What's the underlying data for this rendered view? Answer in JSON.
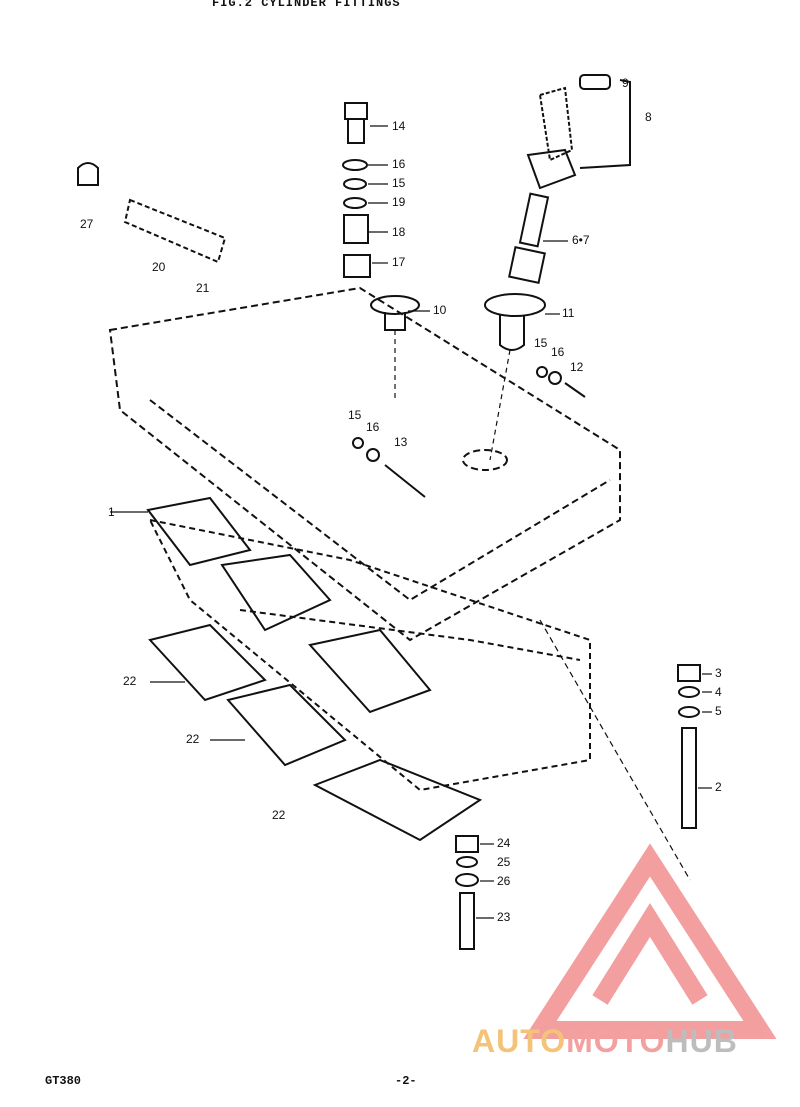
{
  "header": {
    "title": "FIG.2 CYLINDER FITTINGS"
  },
  "diagram": {
    "part_labels": [
      {
        "id": "p9",
        "text": "9"
      },
      {
        "id": "p8",
        "text": "8"
      },
      {
        "id": "p14",
        "text": "14"
      },
      {
        "id": "p16a",
        "text": "16"
      },
      {
        "id": "p15a",
        "text": "15"
      },
      {
        "id": "p19",
        "text": "19"
      },
      {
        "id": "p18",
        "text": "18"
      },
      {
        "id": "p17",
        "text": "17"
      },
      {
        "id": "p27",
        "text": "27"
      },
      {
        "id": "p20",
        "text": "20"
      },
      {
        "id": "p21",
        "text": "21"
      },
      {
        "id": "p67",
        "text": "6•7"
      },
      {
        "id": "p10",
        "text": "10"
      },
      {
        "id": "p11",
        "text": "11"
      },
      {
        "id": "p15b",
        "text": "15"
      },
      {
        "id": "p16b",
        "text": "16"
      },
      {
        "id": "p12",
        "text": "12"
      },
      {
        "id": "p15c",
        "text": "15"
      },
      {
        "id": "p16c",
        "text": "16"
      },
      {
        "id": "p13",
        "text": "13"
      },
      {
        "id": "p1a",
        "text": "1"
      },
      {
        "id": "p22a",
        "text": "22"
      },
      {
        "id": "p22b",
        "text": "22"
      },
      {
        "id": "p22c",
        "text": "22"
      },
      {
        "id": "p3",
        "text": "3"
      },
      {
        "id": "p4",
        "text": "4"
      },
      {
        "id": "p5",
        "text": "5"
      },
      {
        "id": "p2",
        "text": "2"
      },
      {
        "id": "p24",
        "text": "24"
      },
      {
        "id": "p25",
        "text": "25"
      },
      {
        "id": "p26",
        "text": "26"
      },
      {
        "id": "p23",
        "text": "23"
      }
    ]
  },
  "footer": {
    "model": "GT380",
    "page": "-2-"
  },
  "watermark": {
    "part1": "AUTO",
    "part2": "MOTO",
    "part3": "HUB",
    "color_logo": "#f08080"
  }
}
